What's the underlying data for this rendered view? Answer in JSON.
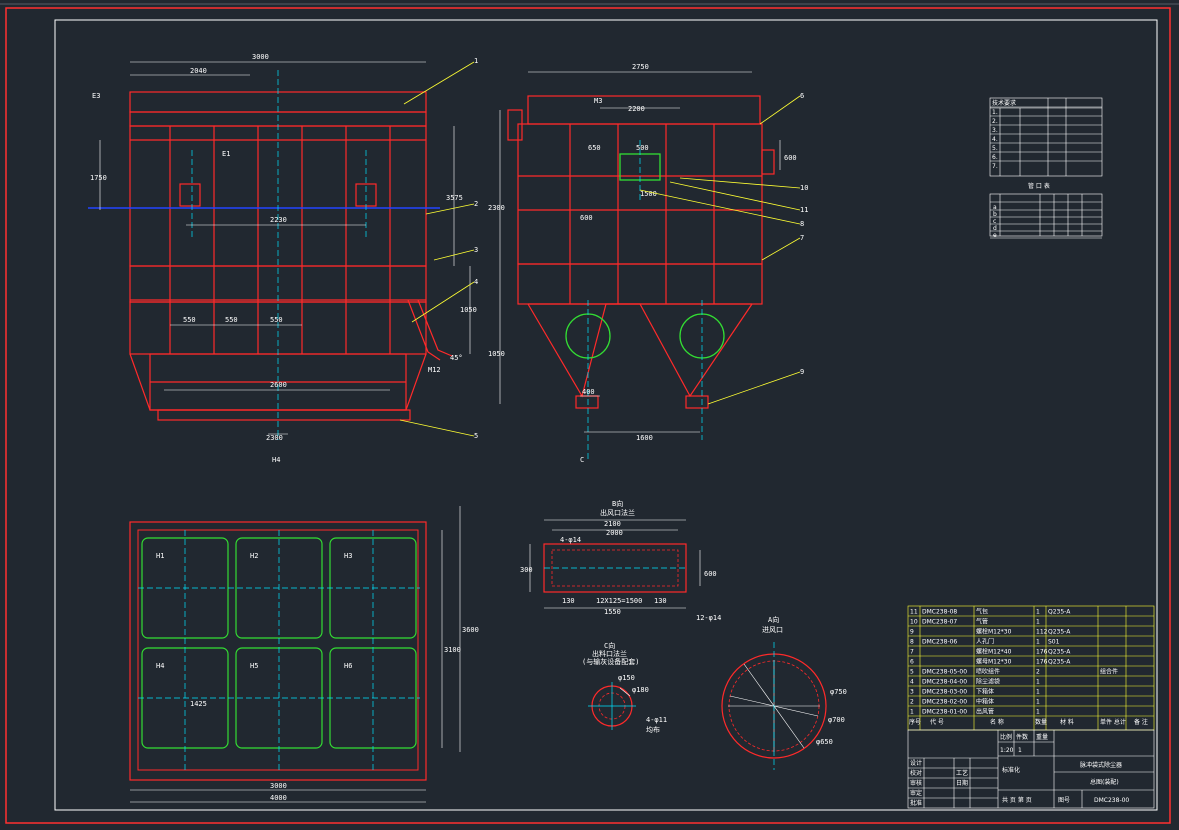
{
  "colors": {
    "background": "#212830",
    "border_red": "#ff2a2a",
    "line_white": "#ffffff",
    "cyan": "#00e5ff",
    "green": "#33dd33",
    "yellow": "#ffff33",
    "blue": "#2244ff"
  },
  "front_view": {
    "dims": [
      "3000",
      "2040",
      "2230",
      "550",
      "550",
      "550",
      "2600",
      "2300"
    ],
    "side_dims": [
      "1750",
      "3575",
      "1050"
    ],
    "labels": [
      "E3",
      "E1",
      "H4"
    ],
    "callouts": [
      "1",
      "2",
      "3",
      "4",
      "5"
    ],
    "angle_label": "45°",
    "misc_label": "M12"
  },
  "side_view": {
    "dims": [
      "2750",
      "2200",
      "M3",
      "650",
      "500",
      "600",
      "1500",
      "400",
      "1600"
    ],
    "side_dims": [
      "2300",
      "600",
      "1050"
    ],
    "callouts": [
      "6",
      "10",
      "11",
      "8",
      "7",
      "9"
    ],
    "bottom_label": "C"
  },
  "plan_view": {
    "cells": [
      "H1",
      "H2",
      "H3",
      "H4",
      "H5",
      "H6"
    ],
    "dims": [
      "3000",
      "4000",
      "1425",
      "3100",
      "3600"
    ]
  },
  "detail_b": {
    "title": "B向",
    "subtitle": "出风口法兰",
    "dims": [
      "2100",
      "2000",
      "1550",
      "300",
      "600",
      "130",
      "12X125=1500",
      "130"
    ],
    "tag": "12-φ14",
    "inner_label": "4-φ14"
  },
  "detail_c": {
    "title": "C向",
    "subtitle": "出料口法兰",
    "note": "(与输灰设备配套)",
    "dims": [
      "φ150",
      "φ180"
    ],
    "tag": "4-φ11",
    "tag2": "均布"
  },
  "detail_a": {
    "title": "A向",
    "subtitle": "进风口",
    "dims": [
      "φ750",
      "φ700",
      "φ650"
    ]
  },
  "notes_table": {
    "rows": [
      "技术要求",
      "1.",
      "2.",
      "3.",
      "4.",
      "5.",
      "6.",
      "7."
    ]
  },
  "orifice_table": {
    "title": "管 口 表",
    "rows": [
      "a",
      "b",
      "c",
      "d",
      "e"
    ]
  },
  "parts_list": {
    "rows": [
      {
        "no": "11",
        "code": "DMC238-08",
        "name": "气包",
        "qty": "1",
        "mat": "Q235-A",
        "note": ""
      },
      {
        "no": "10",
        "code": "DMC238-07",
        "name": "气管",
        "qty": "1",
        "mat": "",
        "note": ""
      },
      {
        "no": "9",
        "code": "",
        "name": "螺栓M12*30",
        "qty": "112",
        "mat": "Q235-A",
        "note": ""
      },
      {
        "no": "8",
        "code": "DMC238-06",
        "name": "人孔门",
        "qty": "1",
        "mat": "S01",
        "note": ""
      },
      {
        "no": "7",
        "code": "",
        "name": "螺栓M12*40",
        "qty": "176",
        "mat": "Q235-A",
        "note": ""
      },
      {
        "no": "6",
        "code": "",
        "name": "螺母M12*30",
        "qty": "176",
        "mat": "Q235-A",
        "note": ""
      },
      {
        "no": "5",
        "code": "DMC238-05-00",
        "name": "喷吹组件",
        "qty": "2",
        "mat": "",
        "note": "组合件"
      },
      {
        "no": "4",
        "code": "DMC238-04-00",
        "name": "除尘滤袋",
        "qty": "1",
        "mat": "",
        "note": ""
      },
      {
        "no": "3",
        "code": "DMC238-03-00",
        "name": "下箱体",
        "qty": "1",
        "mat": "",
        "note": ""
      },
      {
        "no": "2",
        "code": "DMC238-02-00",
        "name": "中箱体",
        "qty": "1",
        "mat": "",
        "note": ""
      },
      {
        "no": "1",
        "code": "DMC238-01-00",
        "name": "出风管",
        "qty": "1",
        "mat": "",
        "note": ""
      }
    ],
    "header": {
      "no": "序号",
      "code": "代 号",
      "name": "名 称",
      "qty": "数量",
      "mat": "材 料",
      "weight": "单件 总计",
      "note": "备 注"
    }
  },
  "title_block": {
    "scale_label": "比例",
    "scale": "1:20",
    "sheet_label": "件数",
    "sheet": "1",
    "weight_label": "重量",
    "designer_rows": [
      "设计",
      "校对",
      "审核",
      "审定",
      "批准"
    ],
    "col2": [
      "标准化",
      "工艺",
      "日期"
    ],
    "company": "脉冲袋式除尘器",
    "drawing_name": "总图(装配)",
    "drawing_no": "DMC238-00",
    "sheet_info": "共 页 第 页",
    "mark": "图号"
  }
}
